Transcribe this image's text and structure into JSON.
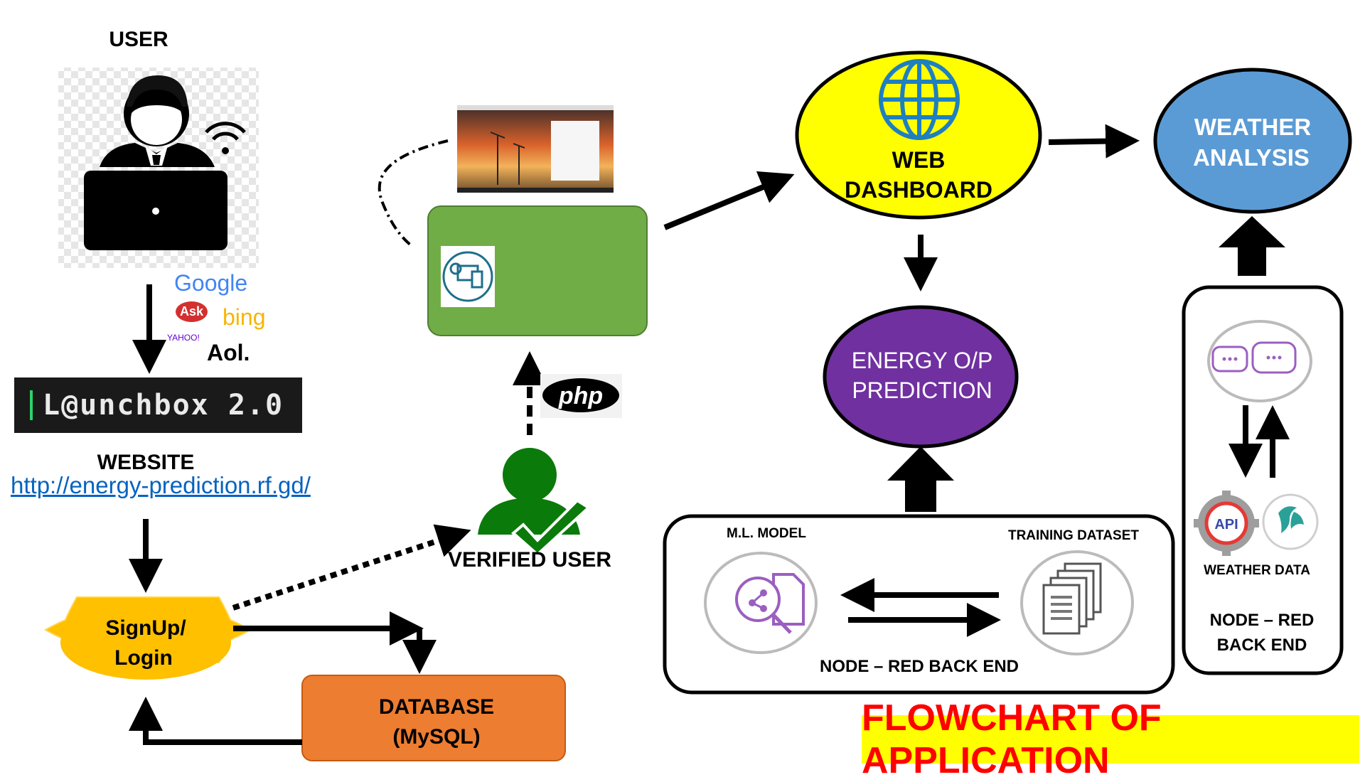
{
  "diagram": {
    "user_label": "USER",
    "website_label": "WEBSITE",
    "website_url": "http://energy-prediction.rf.gd/",
    "launchbox_text": "L@unchbox 2.0",
    "search_engines": [
      "Google",
      "Ask",
      "bing",
      "YAHOO!",
      "Aol."
    ],
    "signup_label_line1": "SignUp/",
    "signup_label_line2": "Login",
    "database_line1": "DATABASE",
    "database_line2": "(MySQL)",
    "verified_user_label": "VERIFIED USER",
    "php_label": "php",
    "web_dashboard_line1": "WEB",
    "web_dashboard_line2": "DASHBOARD",
    "energy_line1": "ENERGY O/P",
    "energy_line2": "PREDICTION",
    "weather_line1": "WEATHER",
    "weather_line2": "ANALYSIS",
    "ml_model_label": "M.L. MODEL",
    "training_dataset_label": "TRAINING DATASET",
    "node_red_back_end_label": "NODE – RED BACK END",
    "node_red_line1": "NODE – RED",
    "node_red_line2": "BACK END",
    "weather_data_label": "WEATHER DATA",
    "api_label": "API",
    "flowchart_title": "FLOWCHART OF APPLICATION"
  },
  "colors": {
    "web_dashboard_fill": "#ffff00",
    "energy_fill": "#7030a0",
    "weather_fill": "#5b9bd5",
    "signup_fill": "#ffc000",
    "database_fill": "#ed7d31",
    "app_box_fill": "#70ad47",
    "verified_green": "#0a7a0a",
    "title_text": "#ff0000",
    "title_bg": "#ffff00"
  }
}
